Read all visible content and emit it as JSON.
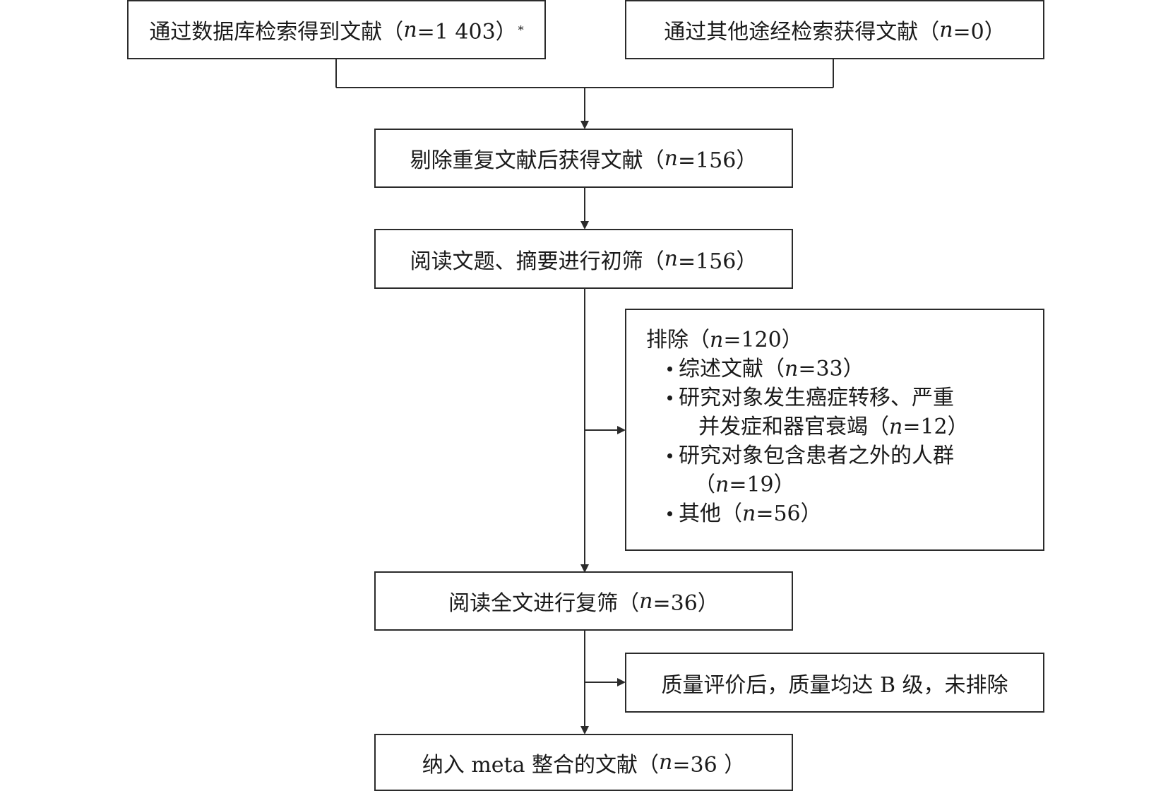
{
  "boxes": {
    "database": {
      "prefix": "通过数据库检索得到文献（",
      "n_label": "n",
      "count": "=1 403）",
      "note": "*"
    },
    "other_sources": {
      "prefix": "通过其他途经检索获得文献（",
      "n_label": "n",
      "count": "=0）"
    },
    "deduplicated": {
      "prefix": "剔除重复文献后获得文献（",
      "n_label": "n",
      "count": "=156）"
    },
    "title_abstract": {
      "prefix": "阅读文题、摘要进行初筛（",
      "n_label": "n",
      "count": "=156）"
    },
    "full_text": {
      "prefix": "阅读全文进行复筛（",
      "n_label": "n",
      "count": "=36）"
    },
    "quality": {
      "text": "质量评价后，质量均达 B 级，未排除"
    },
    "included": {
      "prefix": "纳入 meta 整合的文献（ ",
      "n_label": "n",
      "count": "=36 ）"
    }
  },
  "exclusion": {
    "header": {
      "prefix": "排除（",
      "n_label": "n",
      "count": "=120）"
    },
    "item1": {
      "prefix": "综述文献（",
      "n_label": "n",
      "count": "=33）"
    },
    "item2": {
      "line1": "研究对象发生癌症转移、严重",
      "line2_prefix": "并发症和器官衰竭（",
      "n_label": "n",
      "count": "=12）"
    },
    "item3": {
      "line1": "研究对象包含患者之外的人群",
      "line2_prefix": "（",
      "n_label": "n",
      "count": "=19）"
    },
    "item4": {
      "prefix": "其他（",
      "n_label": "n",
      "count": "=56）"
    }
  }
}
